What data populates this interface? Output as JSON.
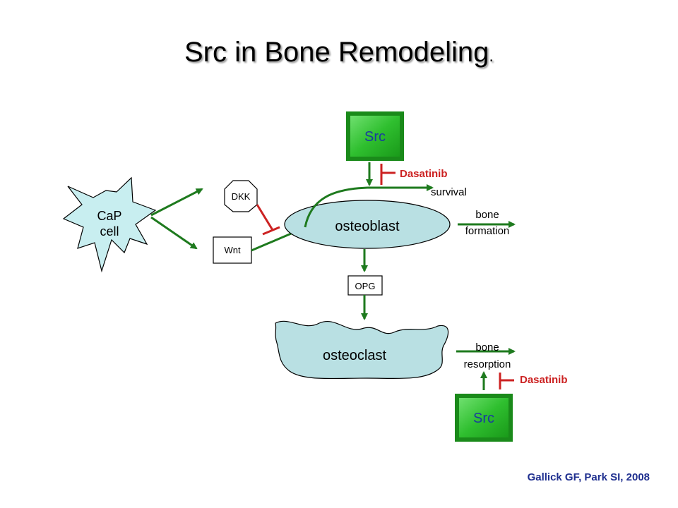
{
  "title": {
    "main": "Src in Bone Remodeling",
    "dot": "."
  },
  "nodes": {
    "src_top": "Src",
    "src_bottom": "Src",
    "cap_line1": "CaP",
    "cap_line2": "cell",
    "dkk": "DKK",
    "wnt": "Wnt",
    "osteoblast": "osteoblast",
    "opg": "OPG",
    "osteoclast": "osteoclast"
  },
  "labels": {
    "dasatinib_top": "Dasatinib",
    "dasatinib_bottom": "Dasatinib",
    "survival": "survival",
    "bone_formation_1": "bone",
    "bone_formation_2": "formation",
    "bone_resorption_1": "bone",
    "bone_resorption_2": "resorption"
  },
  "citation": "Gallick GF, Park SI, 2008",
  "colors": {
    "activation_arrow": "#1e7a1e",
    "inhibition": "#cc2222",
    "src_fill": "#2fbf2f",
    "src_text": "#1a3aa0",
    "cell_fill": "#b9e0e3"
  }
}
